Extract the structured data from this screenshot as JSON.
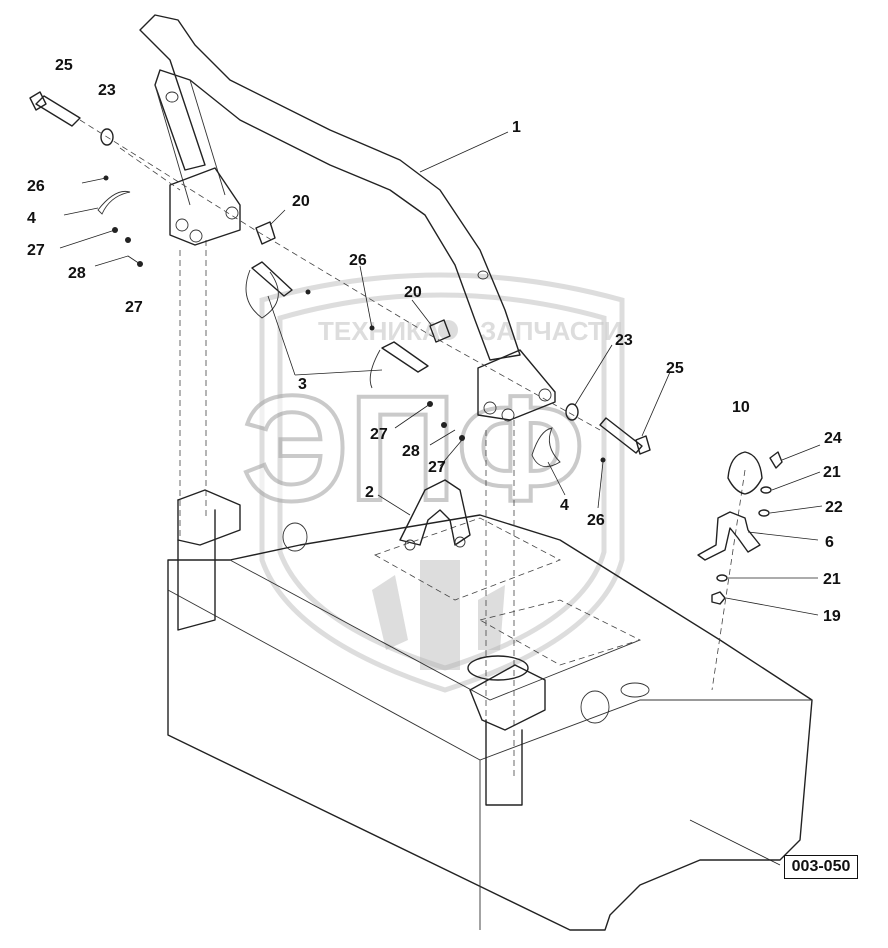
{
  "watermark": {
    "brand_top": "ТЕХНИКА",
    "brand_top_right": "ЗАПЧАСТИ",
    "logo_letters": "ЭПФ"
  },
  "drawing_code": "003-050",
  "callouts": [
    {
      "id": "c1",
      "text": "1"
    },
    {
      "id": "c2",
      "text": "2"
    },
    {
      "id": "c3",
      "text": "3"
    },
    {
      "id": "c4a",
      "text": "4"
    },
    {
      "id": "c4b",
      "text": "4"
    },
    {
      "id": "c6",
      "text": "6"
    },
    {
      "id": "c10",
      "text": "10"
    },
    {
      "id": "c19",
      "text": "19"
    },
    {
      "id": "c20a",
      "text": "20"
    },
    {
      "id": "c20b",
      "text": "20"
    },
    {
      "id": "c21a",
      "text": "21"
    },
    {
      "id": "c21b",
      "text": "21"
    },
    {
      "id": "c22",
      "text": "22"
    },
    {
      "id": "c23a",
      "text": "23"
    },
    {
      "id": "c23b",
      "text": "23"
    },
    {
      "id": "c24",
      "text": "24"
    },
    {
      "id": "c25a",
      "text": "25"
    },
    {
      "id": "c25b",
      "text": "25"
    },
    {
      "id": "c26a",
      "text": "26"
    },
    {
      "id": "c26b",
      "text": "26"
    },
    {
      "id": "c26c",
      "text": "26"
    },
    {
      "id": "c27a",
      "text": "27"
    },
    {
      "id": "c27b",
      "text": "27"
    },
    {
      "id": "c27c",
      "text": "27"
    },
    {
      "id": "c27d",
      "text": "27"
    },
    {
      "id": "c28a",
      "text": "28"
    },
    {
      "id": "c28b",
      "text": "28"
    }
  ]
}
